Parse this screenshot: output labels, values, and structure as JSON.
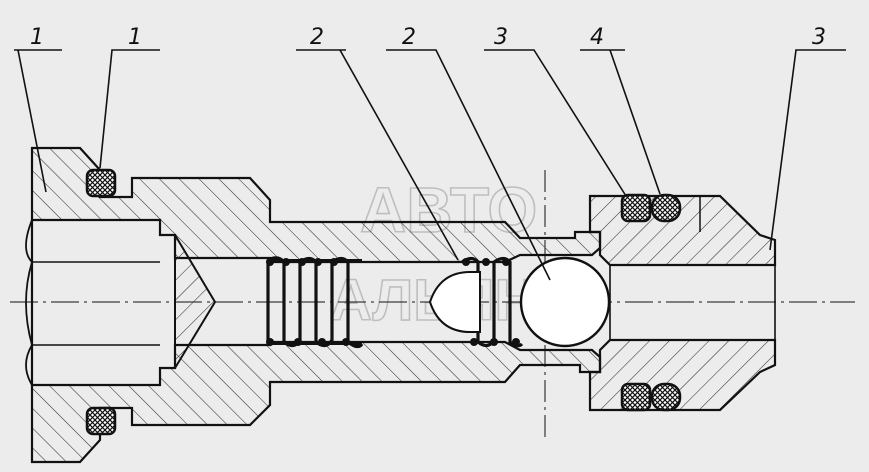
{
  "diagram": {
    "callouts": [
      {
        "id": "c1a",
        "label": "1"
      },
      {
        "id": "c1b",
        "label": "1"
      },
      {
        "id": "c2a",
        "label": "2"
      },
      {
        "id": "c2b",
        "label": "2"
      },
      {
        "id": "c3a",
        "label": "3"
      },
      {
        "id": "c4",
        "label": "4"
      },
      {
        "id": "c3b",
        "label": "3"
      }
    ],
    "watermark": {
      "line1": "АВТО",
      "line2": "АЛЬЯНС"
    },
    "colors": {
      "background": "#ececec",
      "line": "#111111",
      "hatch": "#333333"
    }
  }
}
